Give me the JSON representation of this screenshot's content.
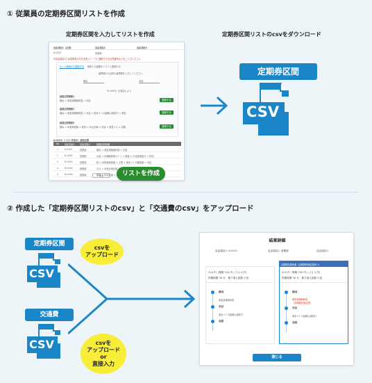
{
  "section1": {
    "title": "①  従業員の定期券区間リストを作成",
    "left_caption": "定期券区間を入力してリストを作成",
    "right_caption": "定期券区間リストのcsvをダウンロード",
    "badge": "定期券区間",
    "file_label": "CSV",
    "create_button": "リストを作成",
    "form": {
      "header_cols": [
        "自由項目1（必須）",
        "自由項目2",
        "自由項目3"
      ],
      "row_vals": [
        "N-0001",
        "営業部"
      ],
      "note": "※自由項目1には従業員の方を全員ユニークに識別できる社員番号などをご入力ください",
      "tabs": [
        "ルート検索から登録する",
        "検索した結果をリストに登録する"
      ],
      "route_text": "最寄駅から目的の最寄駅を入力してください",
      "route_from": "横浜",
      "route_to": "渋谷",
      "search_link": "「N-0003」を追加しよう",
      "groups": [
        {
          "label": "経路区間情報1",
          "line": "横浜 ⇒ 東急東横線特急 ⇒ 渋谷",
          "btn": "登録する"
        },
        {
          "label": "経路区間情報2",
          "line": "横浜 ⇒ 東急東横線特急 ⇒ 渋谷 ⇒ 東京メトロ副都心線急行 ⇒ 池袋",
          "btn": "登録する"
        },
        {
          "label": "経路区間情報3",
          "line": "横浜 ⇒ JR東海道線 ⇒ 東京 ⇒ JR山手線 ⇒ 渋谷 ⇒ 東急バス ⇒ 池袋",
          "btn": "登録する"
        }
      ],
      "list_title": "N-0003（リスト作成中）経路区間",
      "table_head": [
        "No",
        "自由項目1",
        "自由項目2",
        "経路区間情報"
      ],
      "table_rows": [
        [
          "1",
          "N-0001",
          "営業部",
          "横浜 ⇒ 東急東横線特急 ⇒ 渋谷"
        ],
        [
          "2",
          "N-0002",
          "営業部",
          "大宮 ⇒ JR湘南新宿ライン ⇒ 新宿 ⇒ 小田急線急行 ⇒ 町田"
        ],
        [
          "3",
          "N-0003",
          "営業部",
          "柏 ⇒ JR常磐線快速 ⇒ 上野 ⇒ 東京メトロ銀座線 ⇒ 渋谷"
        ],
        [
          "4",
          "N-0004",
          "総務部",
          "川口 ⇒ JR京浜東北線 ⇒ 赤羽 ⇒ JR埼京線 ⇒ 池袋"
        ],
        [
          "5",
          "N-0005",
          "総務部",
          "蘇我 ⇒ JR京葉線 ⇒ 東京 ⇒ 東京メトロ丸ノ内線 ⇒ 四ツ谷"
        ]
      ],
      "back_btn": "戻る"
    }
  },
  "section2": {
    "title": "②  作成した「定期券区間リストのcsv」と「交通費のcsv」をアップロード",
    "badge1": "定期券区間",
    "badge2": "交通費",
    "file_label": "CSV",
    "bubble1": [
      "csvを",
      "アップロード"
    ],
    "bubble2": [
      "csvを",
      "アップロード",
      "or",
      "直接入力"
    ],
    "result": {
      "title": "結果詳細",
      "free1": "自由項目1: N-0001",
      "free2": "自由項目2: 営業部",
      "free3": "自由項目3:",
      "tag": "定期券区間考慮（定期券利用区間あり）",
      "left": {
        "fare": "518 円（電車 518 円 / バス 0 円）",
        "time": "所要時間 38 分　乗り換え回数 0 回"
      },
      "right": {
        "fare": "209 円（電車 209 円 / バス 0 円）",
        "time": "所要時間 38 分　乗り換え回数 0 回"
      },
      "left_route": [
        "横浜",
        "東急東横線特急",
        "渋谷",
        "東京メトロ副都心線急行",
        "池袋"
      ],
      "right_route": [
        "横浜",
        "東急東横線特急",
        "（定期券利用区間）",
        "渋谷",
        "東京メトロ副都心線急行",
        "池袋"
      ],
      "close": "閉じる"
    }
  },
  "colors": {
    "blue": "#1a86c8",
    "yellow": "#f8ee3a",
    "green": "#2a8c2f",
    "red": "#e0321e"
  }
}
